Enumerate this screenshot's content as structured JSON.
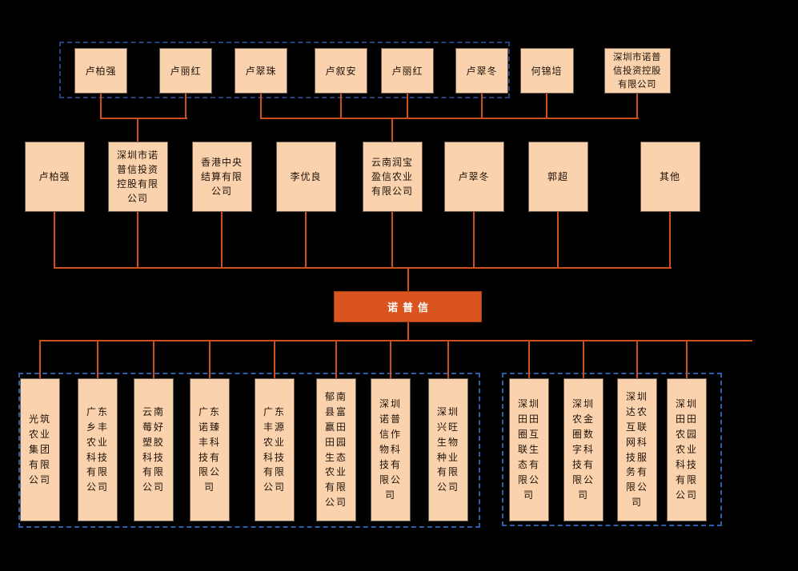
{
  "diagram": {
    "root": {
      "label": "诺普信"
    },
    "top_row": {
      "dashed_group": [
        "卢柏强",
        "卢丽红",
        "卢翠珠",
        "卢叙安",
        "卢丽红",
        "卢翠冬"
      ],
      "others": [
        "何锦培",
        "深圳市诺普信投资控股有限公司"
      ]
    },
    "shareholders": [
      "卢柏强",
      "深圳市诺普信投资控股有限公司",
      "香港中央结算有限公司",
      "李优良",
      "云南润宝盈信农业有限公司",
      "卢翠冬",
      "郭超",
      "其他"
    ],
    "subsidiaries_left": [
      "光筑农业集团有限公司",
      "广东乡丰农业科技有限公司",
      "云南莓好塑胶科技有限公司",
      "广东诺臻丰科技有限公司",
      "广东丰源农业科技有限公司",
      "郁南县富赢田田园生态农业有限公司",
      "深圳诺普信作物科技有限公司",
      "深圳兴旺生物种业有限公司"
    ],
    "subsidiaries_right": [
      "深圳田田圈互联生态有限公司",
      "深圳农金圈数字科技有限公司",
      "深圳达农互联网科技服务有限公司",
      "深圳田田农园农业科技有限公司"
    ],
    "colors": {
      "background": "#000000",
      "node_fill": "#fad2ad",
      "node_border": "#6e5a4a",
      "line": "#cf4f1c",
      "root_fill": "#d9541e",
      "root_text": "#ffffff",
      "dashed_top": "#24427c",
      "dashed_bottom": "#2e5ea8"
    }
  }
}
